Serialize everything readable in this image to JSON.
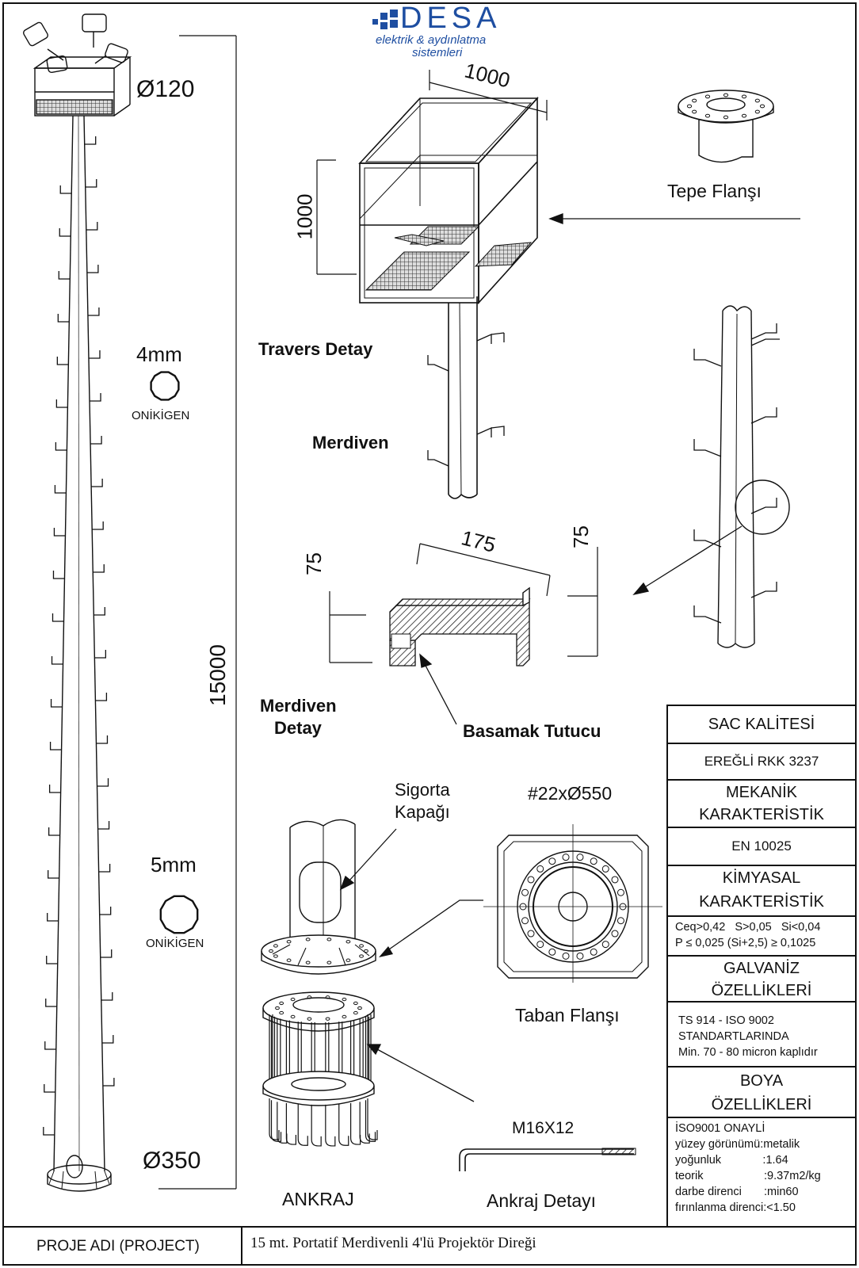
{
  "logo": {
    "brand": "DESA",
    "line1": "elektrik & aydınlatma",
    "line2": "sistemleri"
  },
  "pole": {
    "top_diameter": "Ø120",
    "bottom_diameter": "Ø350",
    "height": "15000",
    "upper_thickness": "4mm",
    "upper_shape": "ONİKİGEN",
    "lower_thickness": "5mm",
    "lower_shape": "ONİKİGEN"
  },
  "platform": {
    "width": "1000",
    "height": "1000",
    "label": "Travers Detay"
  },
  "ladder": {
    "label": "Merdiven",
    "detail_label_1": "Merdiven",
    "detail_label_2": "Detay",
    "step_length": "175",
    "step_height_left": "75",
    "step_height_right": "75",
    "holder_label": "Basamak Tutucu"
  },
  "top_flange": {
    "label": "Tepe Flanşı"
  },
  "fuse": {
    "line1": "Sigorta",
    "line2": "Kapağı"
  },
  "base_flange": {
    "spec": "#22xØ550",
    "label": "Taban Flanşı"
  },
  "anchor": {
    "label": "ANKRAJ",
    "bolt_spec": "M16X12",
    "detail_label": "Ankraj Detayı"
  },
  "specs": {
    "sac_title": "SAC KALİTESİ",
    "sac_value": "EREĞLİ RKK 3237",
    "mek_title_1": "MEKANİK",
    "mek_title_2": "KARAKTERİSTİK",
    "mek_value": "EN 10025",
    "kim_title_1": "KİMYASAL",
    "kim_title_2": "KARAKTERİSTİK",
    "kim_line_1": "Ceq>0,42   S>0,05   Si<0,04",
    "kim_line_2": "P ≤ 0,025 (Si+2,5) ≥ 0,1025",
    "gal_title_1": "GALVANİZ",
    "gal_title_2": "ÖZELLİKLERİ",
    "gal_line_1": "TS 914 - ISO 9002",
    "gal_line_2": "STANDARTLARINDA",
    "gal_line_3": "Min. 70 - 80 micron kaplıdır",
    "boya_title_1": "BOYA",
    "boya_title_2": "ÖZELLİKLERİ",
    "boya_lines": [
      "İSO9001 ONAYLİ",
      "yüzey görünümü:metalik",
      "yoğunluk             :1.64",
      "teorik                   :9.37m2/kg",
      "darbe direnci       :min60",
      "fırınlanma direnci:<1.50"
    ]
  },
  "title_block": {
    "label": "PROJE ADI (PROJECT)",
    "value": "15 mt. Portatif Merdivenli 4'lü Projektör Direği"
  },
  "colors": {
    "line": "#1a1a1a",
    "brand_blue": "#1e4ea1",
    "paper": "#ffffff"
  }
}
